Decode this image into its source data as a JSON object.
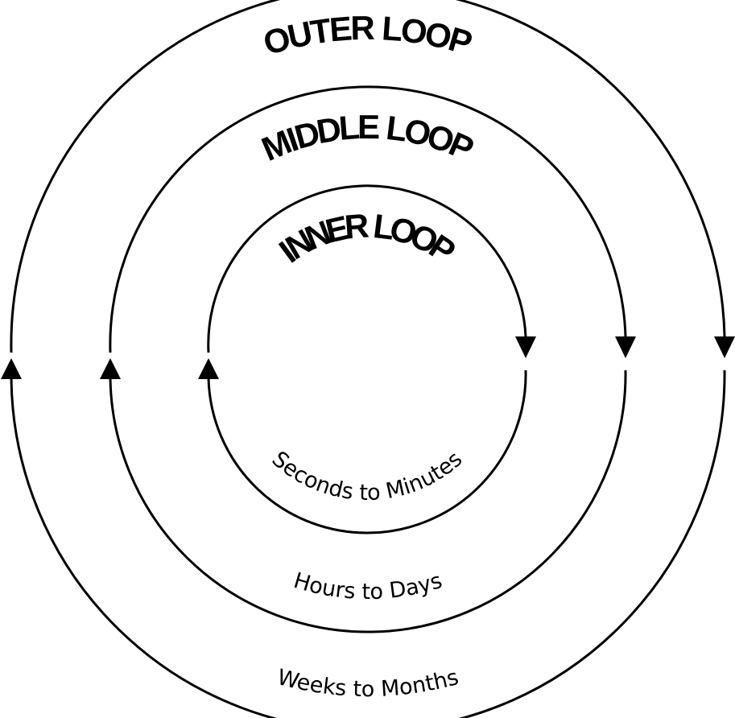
{
  "loops": [
    {
      "id": "outer",
      "title": "OUTER LOOP",
      "timescale": "Weeks to Months"
    },
    {
      "id": "middle",
      "title": "MIDDLE LOOP",
      "timescale": "Hours to Days"
    },
    {
      "id": "inner",
      "title": "INNER LOOP",
      "timescale": "Seconds to Minutes"
    }
  ],
  "colors": {
    "stroke": "#000000",
    "background": "#ffffff"
  }
}
